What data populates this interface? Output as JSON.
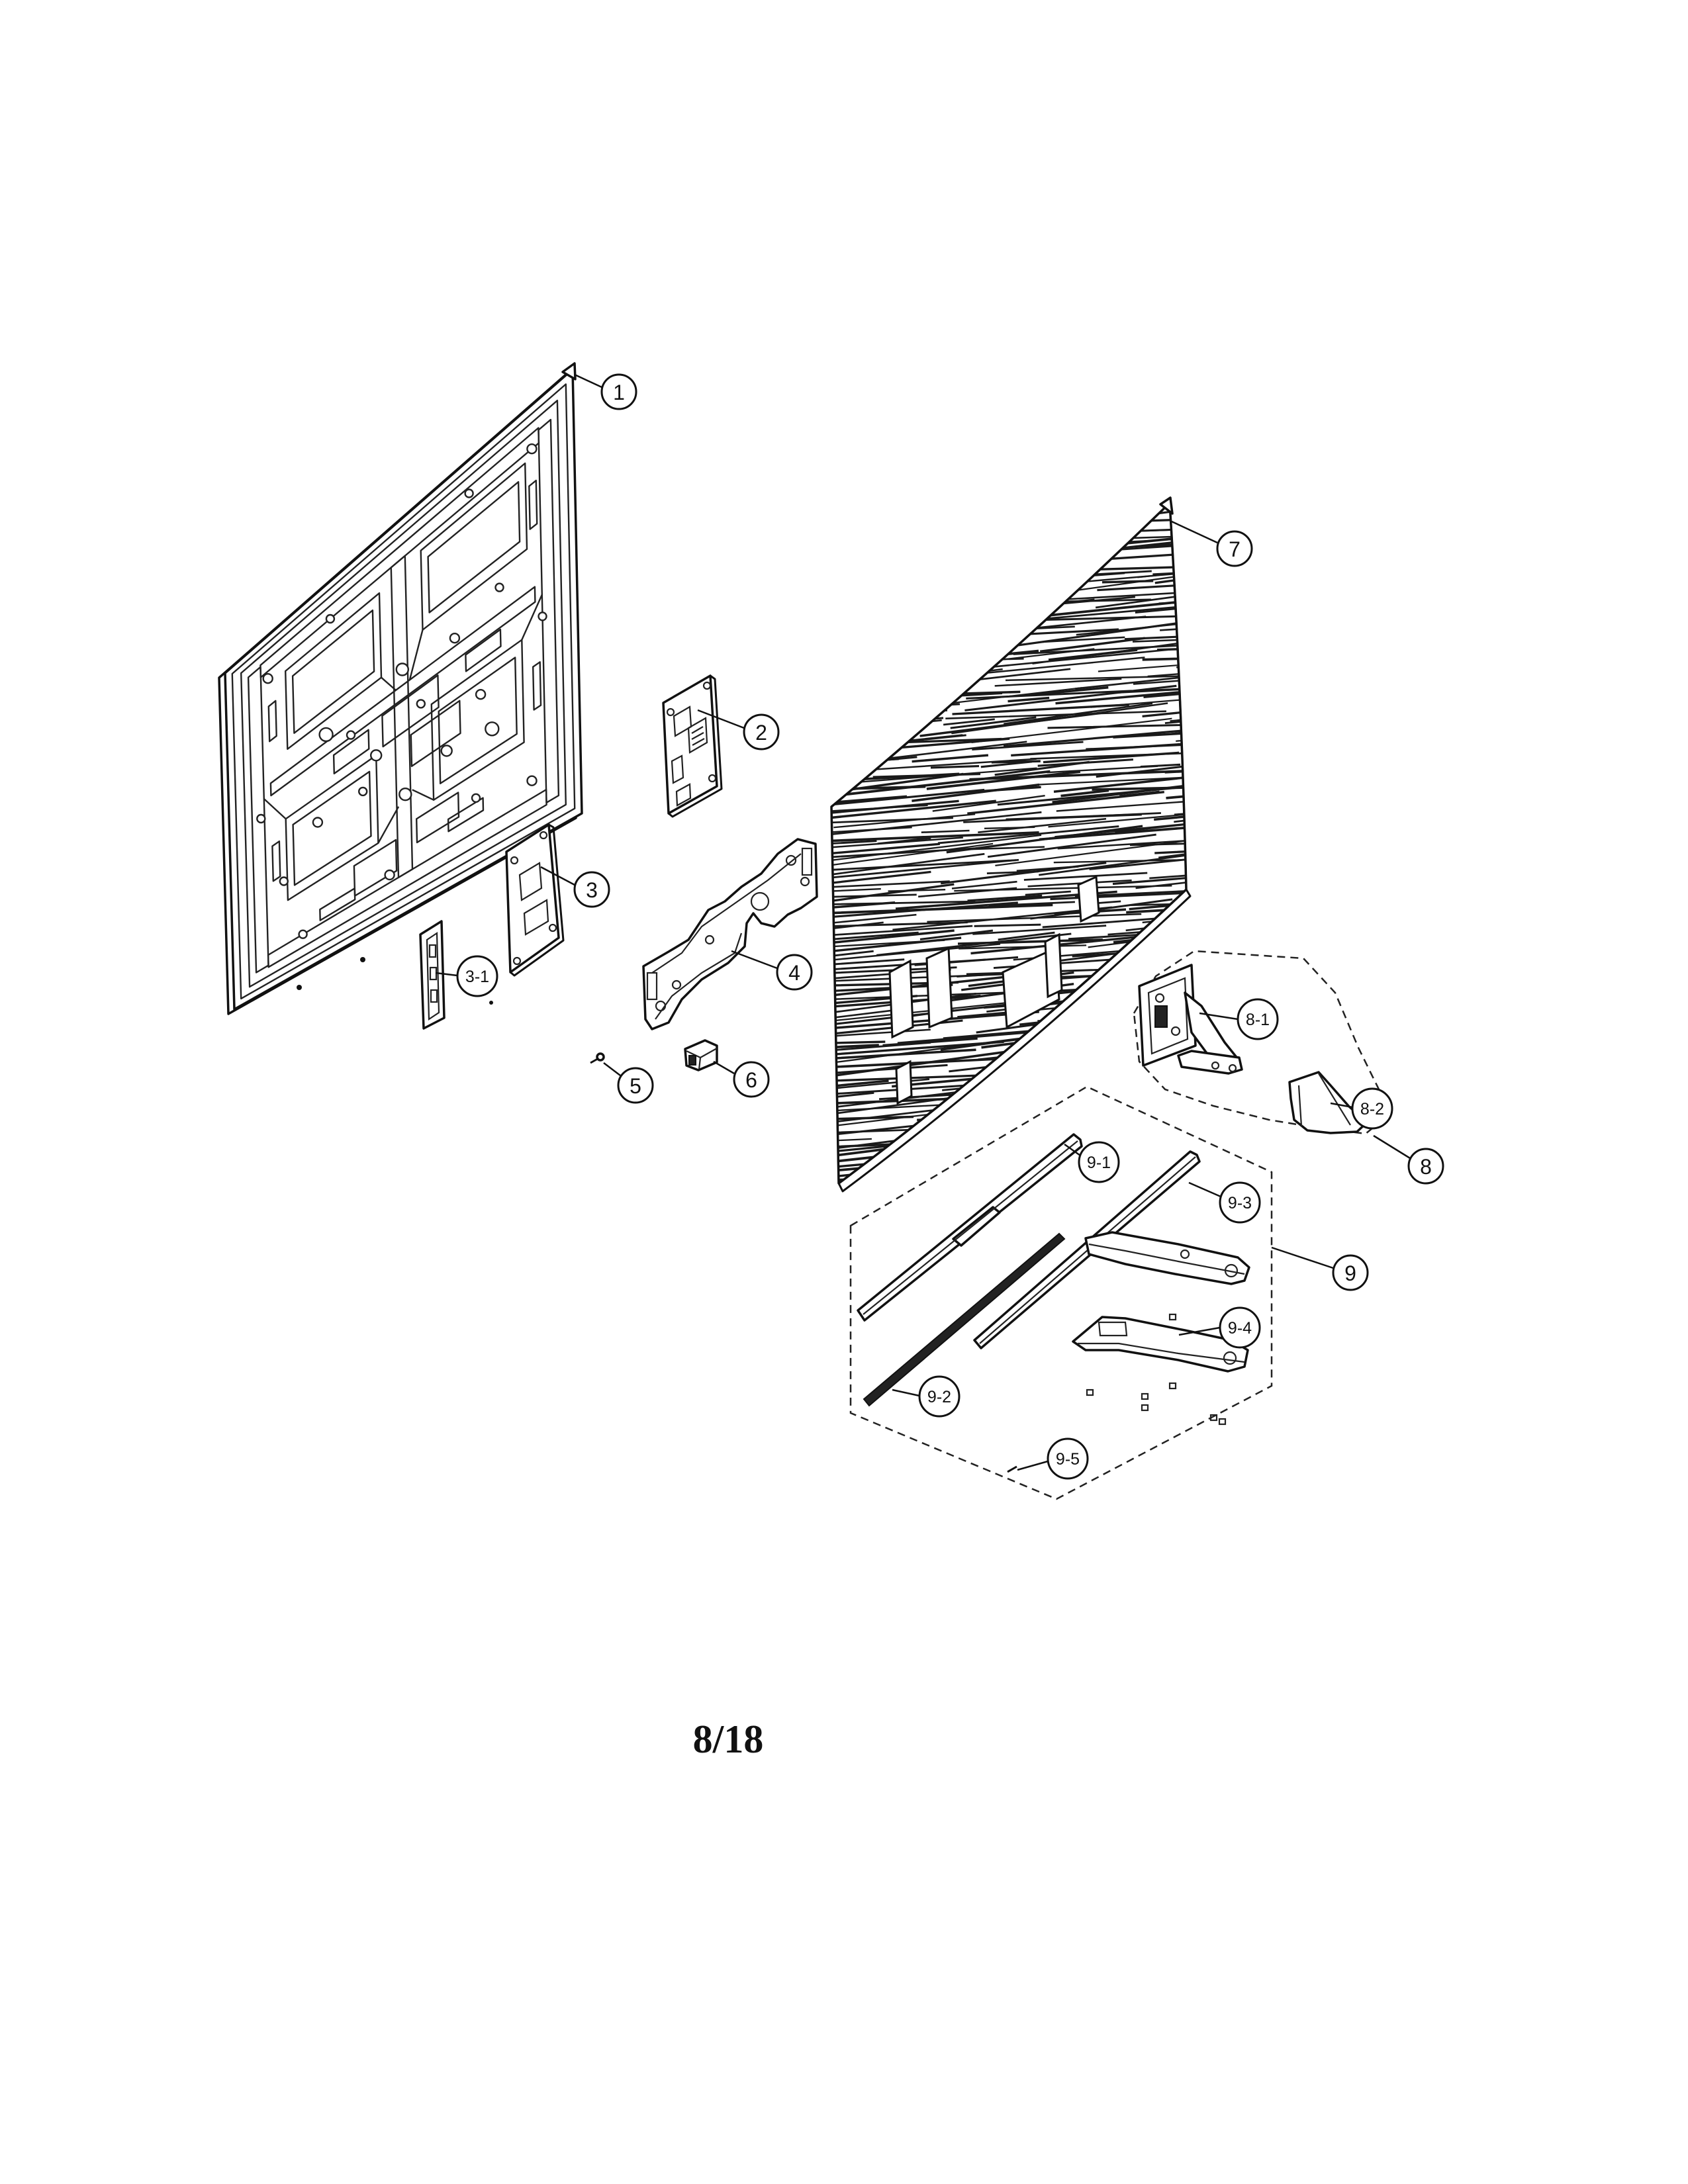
{
  "callouts": {
    "c1": "1",
    "c2": "2",
    "c3": "3",
    "c3_1": "3-1",
    "c4": "4",
    "c5": "5",
    "c6": "6",
    "c7": "7",
    "c8": "8",
    "c8_1": "8-1",
    "c8_2": "8-2",
    "c9": "9",
    "c9_1": "9-1",
    "c9_2": "9-2",
    "c9_3": "9-3",
    "c9_4": "9-4",
    "c9_5": "9-5"
  },
  "page_number": "8/18"
}
